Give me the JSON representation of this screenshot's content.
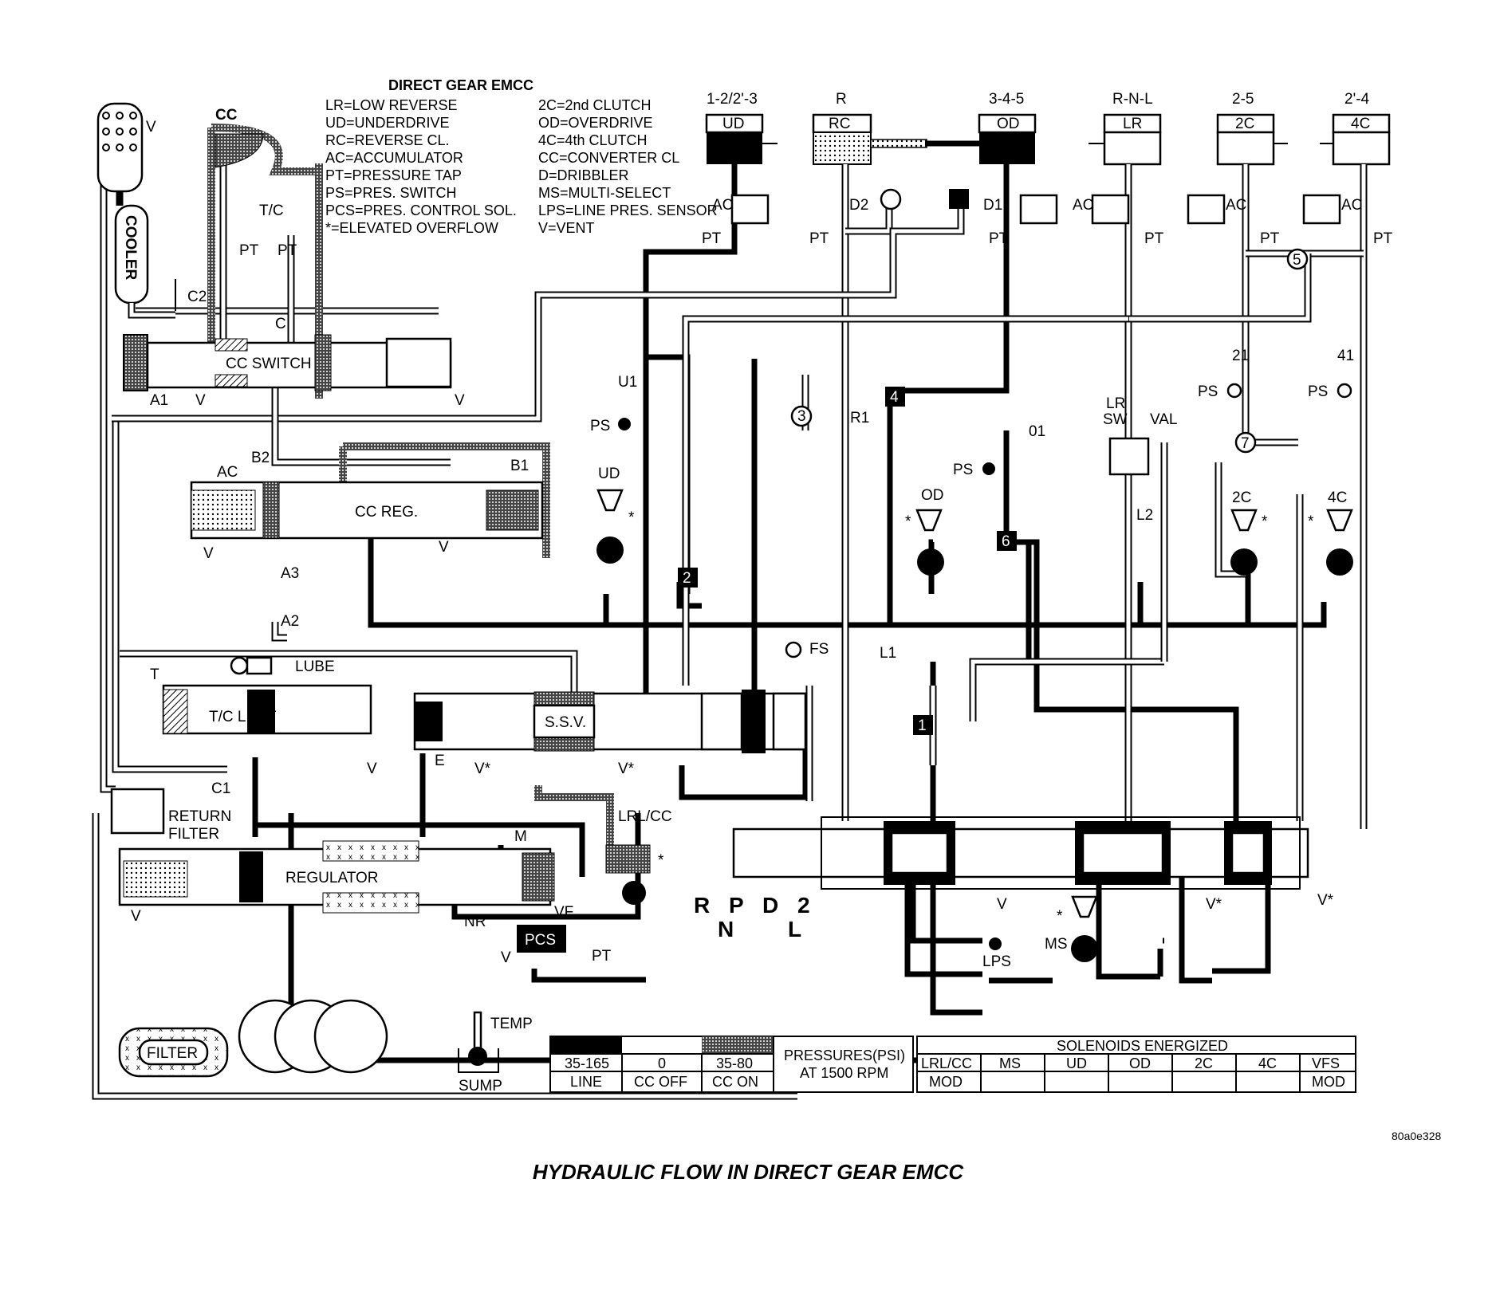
{
  "legend": {
    "title": "DIRECT GEAR EMCC",
    "left": [
      "LR=LOW REVERSE",
      "UD=UNDERDRIVE",
      "RC=REVERSE CL.",
      "AC=ACCUMULATOR",
      "PT=PRESSURE TAP",
      "PS=PRES. SWITCH",
      "PCS=PRES. CONTROL SOL.",
      "*=ELEVATED OVERFLOW"
    ],
    "right": [
      "2C=2nd CLUTCH",
      "OD=OVERDRIVE",
      "4C=4th CLUTCH",
      "CC=CONVERTER CL",
      "D=DRIBBLER",
      "MS=MULTI-SELECT",
      "LPS=LINE PRES. SENSOR",
      "V=VENT"
    ]
  },
  "clutches": [
    {
      "gear": "1-2/2'-3",
      "name": "UD"
    },
    {
      "gear": "R",
      "name": "RC"
    },
    {
      "gear": "3-4-5",
      "name": "OD"
    },
    {
      "gear": "R-N-L",
      "name": "LR"
    },
    {
      "gear": "2-5",
      "name": "2C"
    },
    {
      "gear": "2'-4",
      "name": "4C"
    }
  ],
  "labels": {
    "cc": "CC",
    "tc": "T/C",
    "pt": "PT",
    "c2": "C2",
    "cooler": "COOLER",
    "v": "V",
    "c": "C",
    "cc_switch": "CC SWITCH",
    "a1": "A1",
    "ac": "AC",
    "b2": "B2",
    "b1": "B1",
    "cc_reg": "CC REG.",
    "a3": "A3",
    "a2": "A2",
    "t": "T",
    "lube": "LUBE",
    "tc_limit": "T/C LIMIT",
    "c1": "C1",
    "return": "RETURN",
    "filter_word": "FILTER",
    "regulator": "REGULATOR",
    "filter": "FILTER",
    "m": "M",
    "nr": "NR",
    "vf": "VF",
    "pcs": "PCS",
    "temp": "TEMP",
    "sump": "SUMP",
    "e": "E",
    "vstar": "V*",
    "ssv": "S.S.V.",
    "lrcc": "LRL/CC",
    "u1": "U1",
    "ps": "PS",
    "ud": "UD",
    "d2": "D2",
    "r1": "R1",
    "d1": "D1",
    "o1": "01",
    "od": "OD",
    "fs": "FS",
    "l1": "L1",
    "lr": "LR",
    "sw": "SW",
    "val": "VAL",
    "l2": "L2",
    "n21": "21",
    "n41": "41",
    "c2c": "2C",
    "c4c": "4C",
    "ms": "MS",
    "lps": "LPS",
    "star": "*",
    "check1": "1",
    "check2": "2",
    "check3": "3",
    "check4": "4",
    "check5": "5",
    "check6": "6",
    "check7": "7"
  },
  "shifter": {
    "top": "R P D 2",
    "bottom": "N L"
  },
  "pressure_table": {
    "headers": [
      "35-165",
      "0",
      "35-80"
    ],
    "names": [
      "LINE",
      "CC OFF",
      "CC ON"
    ],
    "title_line1": "PRESSURES(PSI)",
    "title_line2": "AT 1500 RPM"
  },
  "solenoid_table": {
    "title": "SOLENOIDS ENERGIZED",
    "columns": [
      "LRL/CC",
      "MS",
      "UD",
      "OD",
      "2C",
      "4C",
      "VFS"
    ],
    "values": [
      "MOD",
      "",
      "",
      "",
      "",
      "",
      "MOD"
    ]
  },
  "code": "80a0e328",
  "caption": "HYDRAULIC FLOW IN DIRECT GEAR EMCC",
  "colors": {
    "line": "#000000",
    "background": "#ffffff"
  }
}
